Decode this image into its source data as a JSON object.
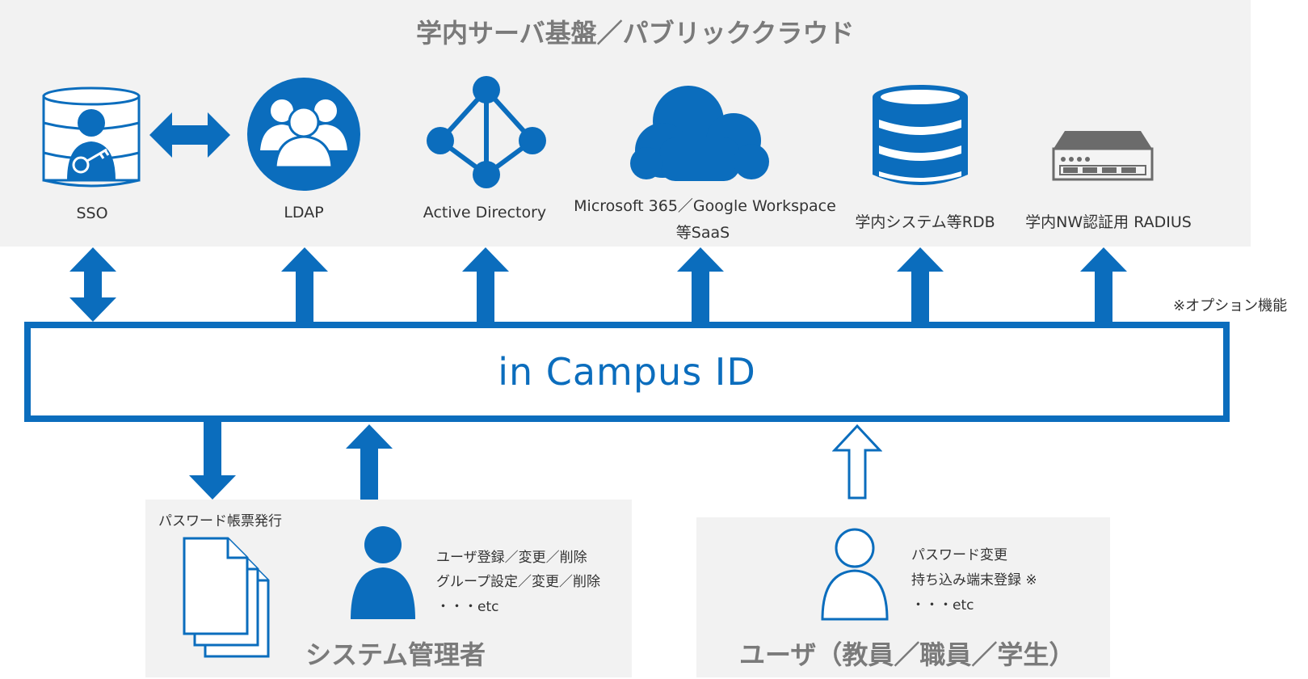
{
  "server": {
    "title": "学内サーバ基盤／パブリッククラウド",
    "systems": [
      {
        "name": "SSO",
        "icon": "sso-key-server-icon"
      },
      {
        "name": "LDAP",
        "icon": "user-group-icon"
      },
      {
        "name": "Active Directory",
        "icon": "active-directory-icon"
      },
      {
        "name": "Microsoft 365／Google Workspace",
        "name2": "等SaaS",
        "icon": "cloud-icon"
      },
      {
        "name": "学内システム等RDB",
        "icon": "database-icon"
      },
      {
        "name": "学内NW認証用 RADIUS",
        "icon": "rack-server-icon"
      }
    ]
  },
  "option_note": "※オプション機能",
  "core": {
    "title": "in Campus ID"
  },
  "admin": {
    "title": "システム管理者",
    "print_label": "パスワード帳票発行",
    "tasks": [
      "ユーザ登録／変更／削除",
      "グループ設定／変更／削除",
      "・・・etc"
    ]
  },
  "user": {
    "title": "ユーザ（教員／職員／学生）",
    "tasks": [
      "パスワード変更",
      "持ち込み端末登録 ※",
      "・・・etc"
    ]
  },
  "colors": {
    "accent": "#0b6dbd",
    "panel": "#f2f2f2",
    "title_gray": "#7a7a7a"
  }
}
